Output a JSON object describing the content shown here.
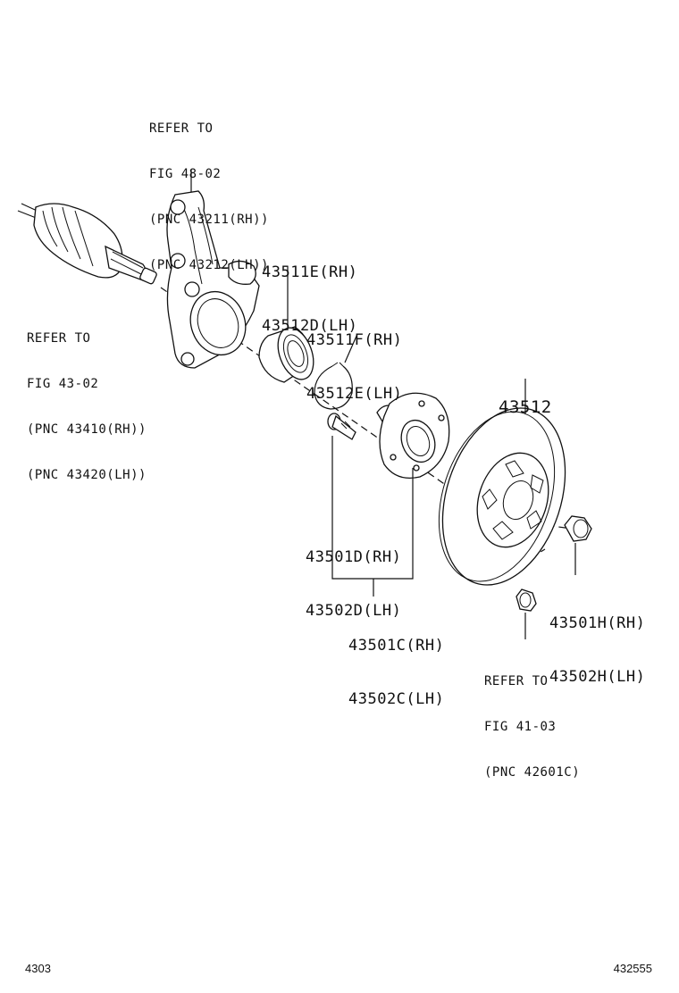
{
  "labels": {
    "knuckle_ref": [
      "REFER TO",
      "FIG 48-02",
      "(PNC 43211(RH))",
      "(PNC 43212(LH))"
    ],
    "driveshaft_ref": [
      "REFER TO",
      "FIG 43-02",
      "(PNC 43410(RH))",
      "(PNC 43420(LH))"
    ],
    "bearing": [
      "43511E(RH)",
      "43512D(LH)"
    ],
    "snap_ring": [
      "43511F(RH)",
      "43512E(LH)"
    ],
    "disc": "43512",
    "hub_bolt": [
      "43501D(RH)",
      "43502D(LH)"
    ],
    "hub": [
      "43501C(RH)",
      "43502C(LH)"
    ],
    "nut": [
      "43501H(RH)",
      "43502H(LH)"
    ],
    "cap_ref": [
      "REFER TO",
      "FIG 41-03",
      "(PNC 42601C)"
    ]
  },
  "footer": {
    "left_code": "4303",
    "right_code": "432555"
  }
}
